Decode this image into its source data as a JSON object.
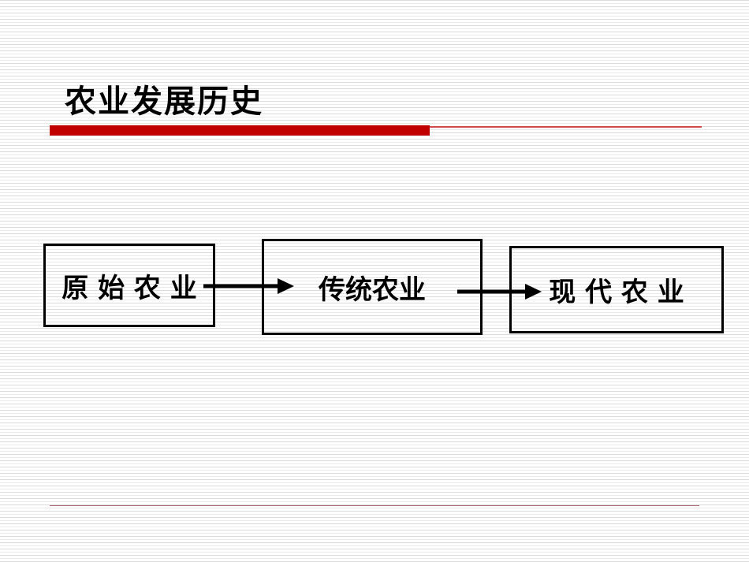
{
  "slide": {
    "title": "农业发展历史",
    "accent_color": "#c00000",
    "title_underline_color": "#d14a4a",
    "footer_divider_color": "#aa6e6e"
  },
  "diagram": {
    "type": "flowchart",
    "nodes": [
      {
        "id": "primitive-agriculture",
        "label": "原 始 农 业"
      },
      {
        "id": "traditional-agriculture",
        "label": "传统农业"
      },
      {
        "id": "modern-agriculture",
        "label": "现 代 农 业"
      }
    ],
    "connections": [
      {
        "from": "primitive-agriculture",
        "to": "traditional-agriculture",
        "style": "solid-black-arrow"
      },
      {
        "from": "traditional-agriculture",
        "to": "modern-agriculture",
        "style": "solid-black-arrow"
      }
    ],
    "arrow_color": "#000000",
    "node_border_color": "#000000"
  }
}
